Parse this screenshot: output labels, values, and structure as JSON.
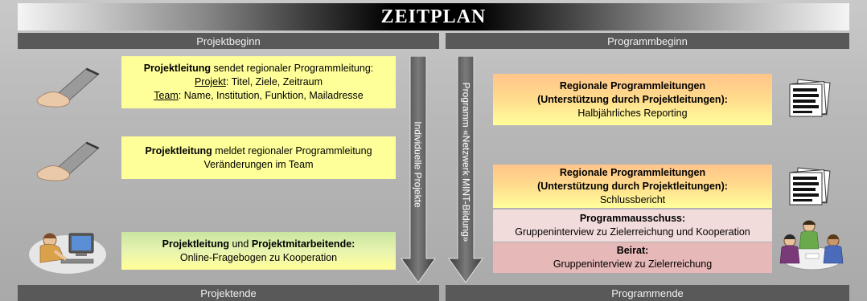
{
  "title": "ZEITPLAN",
  "phases": {
    "project_start": "Projektbeginn",
    "program_start": "Programmbeginn",
    "project_end": "Projektende",
    "program_end": "Programmende"
  },
  "arrows": {
    "individual": "Individuelle Projekte",
    "program": "Programm «Netzwerk MINT-Bildung»"
  },
  "left_boxes": {
    "box1": {
      "bold": "Projektleitung",
      "line1_rest": " sendet regionaler Programmleitung:",
      "line2_u": "Projekt",
      "line2_rest": ": Titel, Ziele, Zeitraum",
      "line3_u": "Team",
      "line3_rest": ": Name, Institution, Funktion, Mailadresse"
    },
    "box2": {
      "bold": "Projektleitung",
      "line1_rest": " meldet regionaler Programmleitung",
      "line2": "Veränderungen im Team"
    },
    "box3": {
      "bold1": "Projektleitung",
      "mid": " und ",
      "bold2": "Projektmitarbeitende:",
      "line2": "Online-Fragebogen zu Kooperation"
    }
  },
  "right_boxes": {
    "reporting": {
      "line1": "Regionale Programmleitungen",
      "line2": "(Unterstützung durch Projektleitungen):",
      "line3": "Halbjährliches Reporting"
    },
    "final_report": {
      "line1": "Regionale Programmleitungen",
      "line2": "(Unterstützung durch Projektleitungen):",
      "line3": "Schlussbericht"
    },
    "committee": {
      "line1": "Programmausschuss:",
      "line2": "Gruppeninterview zu Zielerreichung und Kooperation"
    },
    "board": {
      "line1": "Beirat:",
      "line2": "Gruppeninterview zu Zielerreichung"
    }
  },
  "icons": {
    "send_1": "hand-sending-paper-icon",
    "send_2": "hand-sending-paper-icon",
    "computer": "person-at-computer-icon",
    "documents_1": "documents-stack-icon",
    "documents_2": "documents-stack-icon",
    "meeting": "group-meeting-icon"
  }
}
